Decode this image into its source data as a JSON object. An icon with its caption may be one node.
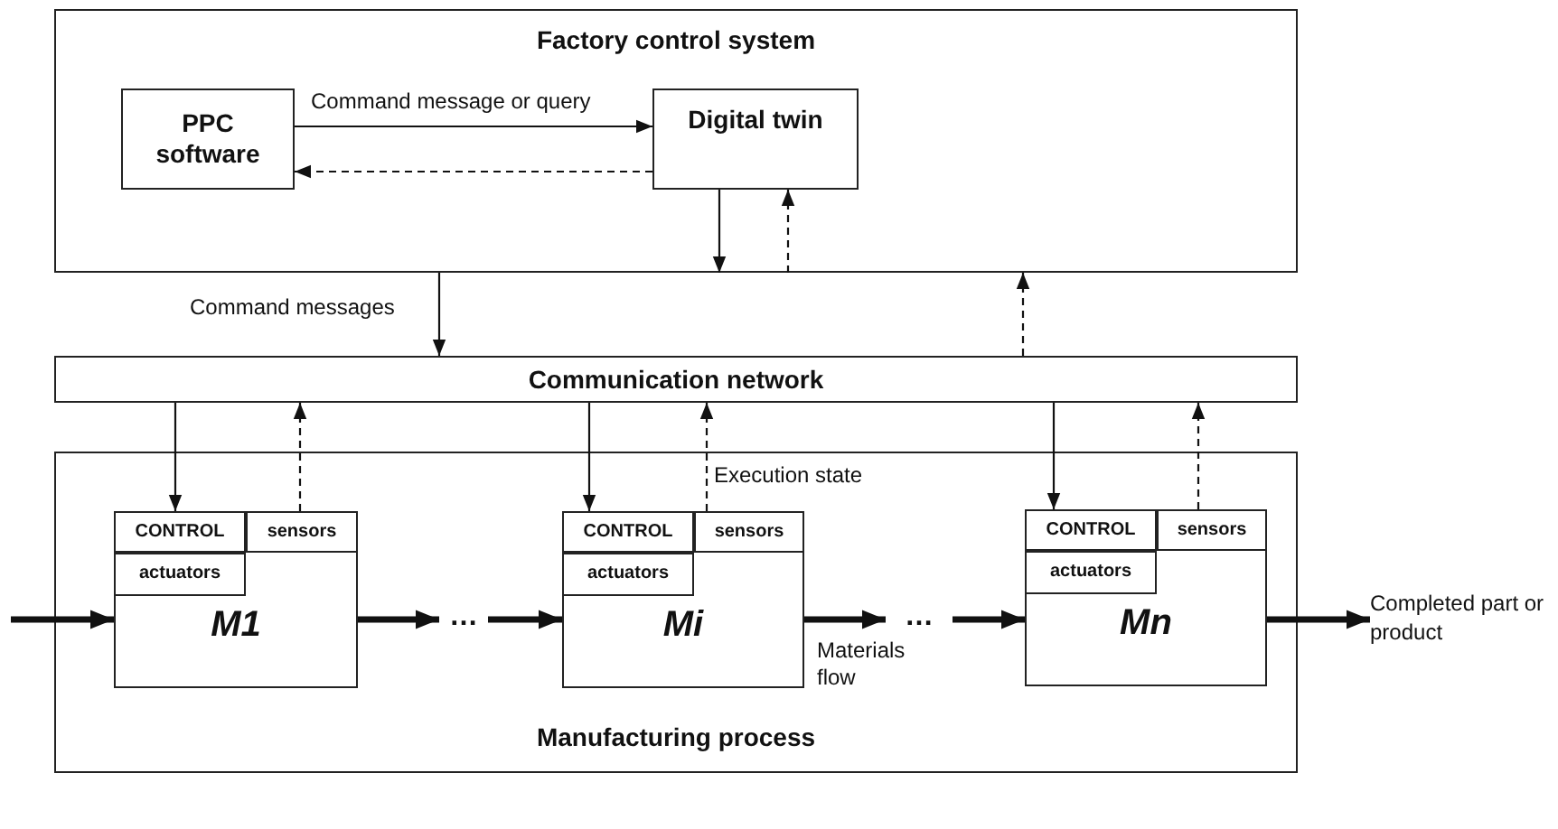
{
  "diagram": {
    "nodes": [
      {
        "text": [
          "Factory control system"
        ]
      },
      {
        "text": [
          "PPC software"
        ],
        "in": 0
      },
      {
        "text": [
          "Digital twin"
        ],
        "in": 0
      },
      {
        "text": [
          "Communication network"
        ]
      },
      {
        "text": [
          "Manufacturing process"
        ]
      },
      {
        "text": [
          "M1"
        ],
        "in": 4
      },
      {
        "text": [
          "CONTROL"
        ],
        "in": 5
      },
      {
        "text": [
          "sensors"
        ],
        "in": 5
      },
      {
        "text": [
          "actuators"
        ],
        "in": 5
      },
      {
        "text": [
          "Mi"
        ],
        "in": 4
      },
      {
        "text": [
          "CONTROL"
        ],
        "in": 9
      },
      {
        "text": [
          "sensors"
        ],
        "in": 9
      },
      {
        "text": [
          "actuators"
        ],
        "in": 9
      },
      {
        "text": [
          "Mn"
        ],
        "in": 4
      },
      {
        "text": [
          "CONTROL"
        ],
        "in": 13
      },
      {
        "text": [
          "sensors"
        ],
        "in": 13
      },
      {
        "text": [
          "actuators"
        ],
        "in": 13
      },
      {
        "text": [
          "…"
        ],
        "in": 4
      },
      {
        "text": [
          "…"
        ],
        "in": 4
      },
      {
        "text": [
          "Completed part or product"
        ]
      }
    ],
    "edges": [
      {
        "from": 1,
        "to": 2,
        "arrow": "to",
        "label": "Command message or query"
      },
      {
        "from": 2,
        "to": 1,
        "arrow": "to",
        "style": "dashed"
      },
      {
        "from": 2,
        "to": 0,
        "arrow": "to"
      },
      {
        "from": 0,
        "to": 2,
        "arrow": "to",
        "style": "dashed"
      },
      {
        "from": 0,
        "to": 3,
        "arrow": "to",
        "label": "Command messages"
      },
      {
        "from": 3,
        "to": 0,
        "arrow": "to",
        "style": "dashed"
      },
      {
        "from": 3,
        "to": 6,
        "arrow": "to"
      },
      {
        "from": 7,
        "to": 3,
        "arrow": "to",
        "style": "dashed"
      },
      {
        "from": 3,
        "to": 10,
        "arrow": "to"
      },
      {
        "from": 11,
        "to": 3,
        "arrow": "to",
        "style": "dashed",
        "label": "Execution state"
      },
      {
        "from": 3,
        "to": 14,
        "arrow": "to"
      },
      {
        "from": 15,
        "to": 3,
        "arrow": "to",
        "style": "dashed"
      },
      {
        "from": null,
        "to": 5,
        "arrow": "to",
        "style": "thick"
      },
      {
        "from": 5,
        "to": 17,
        "arrow": "to",
        "style": "thick"
      },
      {
        "from": 17,
        "to": 9,
        "arrow": "to",
        "style": "thick"
      },
      {
        "from": 9,
        "to": 18,
        "arrow": "to",
        "style": "thick",
        "label": "Materials flow"
      },
      {
        "from": 18,
        "to": 13,
        "arrow": "to",
        "style": "thick"
      },
      {
        "from": 13,
        "to": 19,
        "arrow": "to",
        "style": "thick"
      }
    ]
  }
}
